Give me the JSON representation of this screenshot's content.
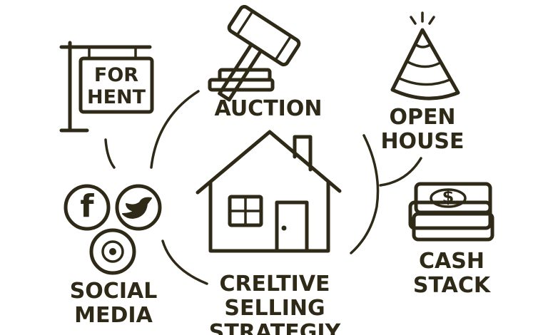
{
  "colors": {
    "ink": "#2f2a17",
    "background": "#ffffff"
  },
  "sign": {
    "line1": "FOR",
    "line2": "HENT",
    "icon": "for-rent-sign-icon"
  },
  "auction": {
    "label": "AUCTION",
    "icon": "gavel-icon"
  },
  "open_house": {
    "line1": "OPEN",
    "line2": "HOUSE",
    "icon": "party-hat-icon"
  },
  "cash_stack": {
    "line1": "CASH",
    "line2": "STACK",
    "icon": "money-stack-icon",
    "symbol": "$"
  },
  "social_media": {
    "line1": "SOCIAL",
    "line2": "MEDIA",
    "facebook": "f",
    "icons": [
      "facebook-icon",
      "twitter-icon",
      "instagram-icon"
    ]
  },
  "center": {
    "line1": "CRELTIVE",
    "line2": "SELLING",
    "line3": "STRATEGIY",
    "icon": "house-icon"
  }
}
